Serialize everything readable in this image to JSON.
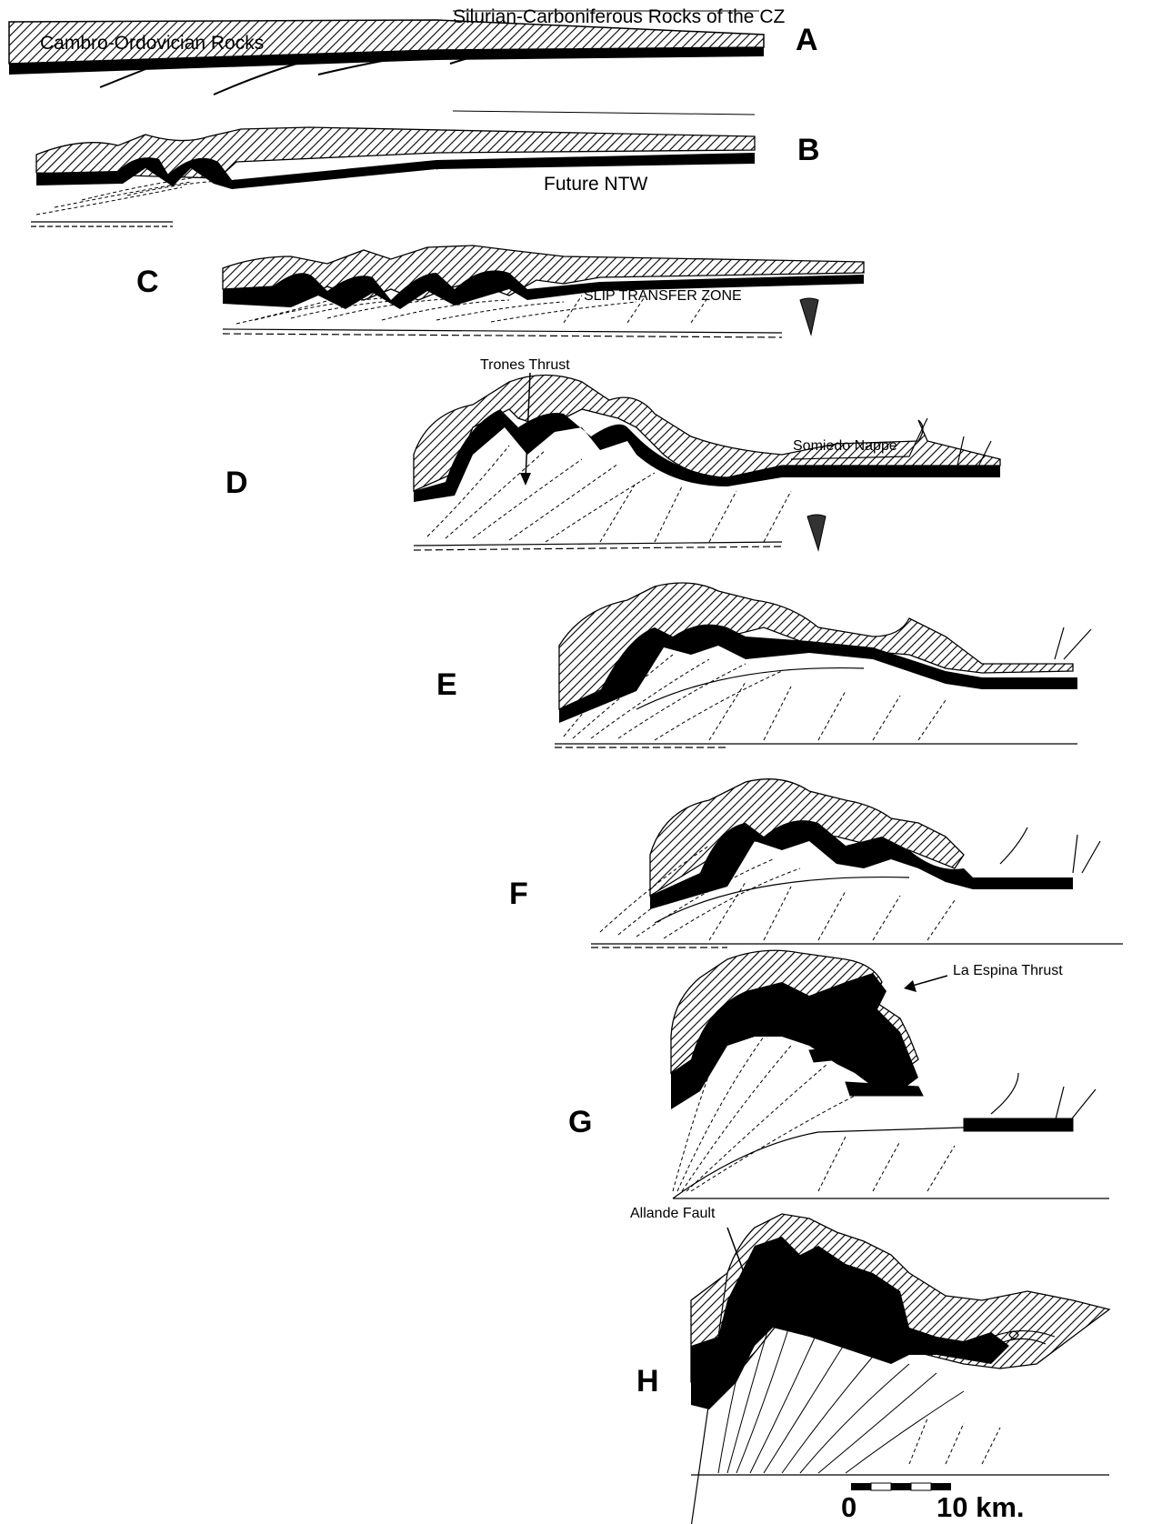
{
  "labels": {
    "silurian_carboniferous": "Silurian-Carboniferous Rocks of the CZ",
    "cambro_ordovician": "Cambro-Ordovician Rocks",
    "future_ntw": "Future NTW",
    "slip_transfer_zone": "SLIP TRANSFER ZONE",
    "trones_thrust": "Trones Thrust",
    "somiedo_nappe": "Somiedo Nappe",
    "la_espina_thrust": "La Espina Thrust",
    "allande_fault": "Allande Fault"
  },
  "panels": [
    "A",
    "B",
    "C",
    "D",
    "E",
    "F",
    "G",
    "H"
  ],
  "scale_bar": {
    "start": "0",
    "end": "10 km."
  },
  "colors": {
    "hatch": "#000000",
    "competent_layer": "#000000",
    "background": "#ffffff"
  }
}
